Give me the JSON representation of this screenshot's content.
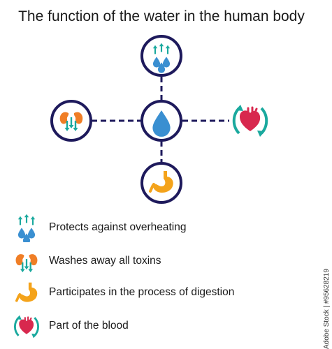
{
  "title": "The function of the water in the human body",
  "legend": [
    {
      "label": "Protects against overheating",
      "icon": "water-drops-arrows-icon"
    },
    {
      "label": "Washes away all toxins",
      "icon": "kidneys-icon"
    },
    {
      "label": "Participates in the process of digestion",
      "icon": "stomach-icon"
    },
    {
      "label": "Part of the blood",
      "icon": "heart-cycle-icon"
    }
  ],
  "side_tag": "Adobe Stock | #95628219",
  "colors": {
    "navy": "#1e1a5c",
    "water": "#3a8fd1",
    "teal": "#1aa99e",
    "orange": "#f07e26",
    "stomach": "#f4a31b",
    "heart": "#d8284e"
  }
}
